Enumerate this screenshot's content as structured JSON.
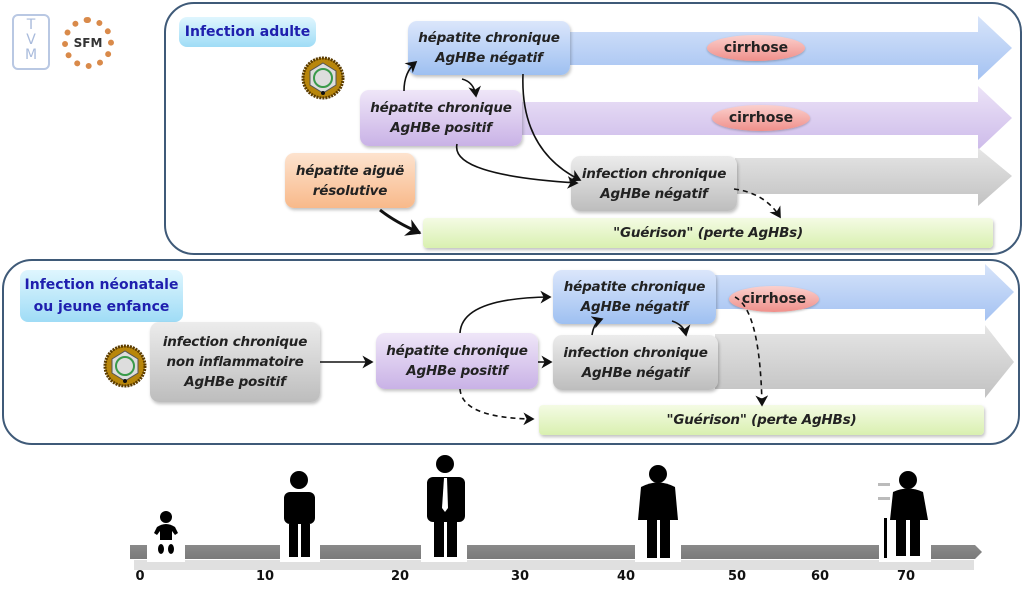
{
  "logos": {
    "tvm": {
      "letters": [
        "T",
        "V",
        "M"
      ]
    },
    "sfm": {
      "text": "SFM"
    }
  },
  "adult_panel": {
    "title": "Infection adulte",
    "boxes": {
      "hep_neg": {
        "line1": "hépatite chronique",
        "line2": "AgHBe négatif"
      },
      "hep_pos": {
        "line1": "hépatite chronique",
        "line2": "AgHBe positif"
      },
      "acute": {
        "line1": "hépatite aiguë",
        "line2": "résolutive"
      },
      "inf_neg": {
        "line1": "infection chronique",
        "line2": "AgHBe négatif"
      },
      "cure": "\"Guérison\" (perte AgHBs)"
    },
    "cirrhosis_labels": [
      "cirrhose",
      "cirrhose"
    ],
    "colors": {
      "blue_track": "#a9c6f3",
      "purple_track": "#d4c4ee",
      "gray_track": "#c8c8c8"
    }
  },
  "neonatal_panel": {
    "title_line1": "Infection néonatale",
    "title_line2": "ou jeune enfance",
    "boxes": {
      "inf_non_inflam": {
        "line1": "infection chronique",
        "line2": "non inflammatoire",
        "line3": "AgHBe positif"
      },
      "hep_pos": {
        "line1": "hépatite chronique",
        "line2": "AgHBe positif"
      },
      "hep_neg": {
        "line1": "hépatite chronique",
        "line2": "AgHBe négatif"
      },
      "inf_neg": {
        "line1": "infection chronique",
        "line2": "AgHBe négatif"
      },
      "cure": "\"Guérison\" (perte AgHBs)"
    },
    "cirrhosis_label": "cirrhose"
  },
  "timeline": {
    "ticks": [
      "0",
      "10",
      "20",
      "30",
      "40",
      "50",
      "60",
      "70"
    ],
    "figures": [
      "baby-icon",
      "child-icon",
      "adult-icon",
      "middle-aged-icon",
      "elderly-icon"
    ]
  }
}
